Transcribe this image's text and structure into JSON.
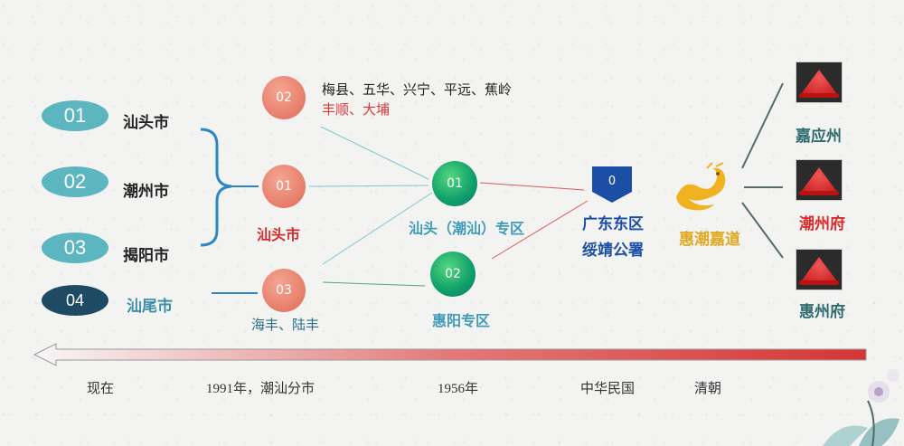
{
  "left_list": [
    {
      "num": "01",
      "name": "汕头市"
    },
    {
      "num": "02",
      "name": "潮州市"
    },
    {
      "num": "03",
      "name": "揭阳市"
    },
    {
      "num": "04",
      "name": "汕尾市"
    }
  ],
  "counties_1991": {
    "c02": {
      "num": "02",
      "line1": "梅县、五华、兴宁、平远、蕉岭",
      "line2": "丰顺、大埔"
    },
    "c01": {
      "num": "01",
      "label": "汕头市"
    },
    "c03": {
      "num": "03",
      "label": "海丰、陆丰"
    }
  },
  "districts_1956": {
    "d01": {
      "num": "01",
      "label": "汕头（潮汕）专区"
    },
    "d02": {
      "num": "02",
      "label": "惠阳专区"
    }
  },
  "minguo": {
    "num": "0",
    "line1": "广东东区",
    "line2": "绥靖公署"
  },
  "qing": {
    "circuit": "惠潮嘉道",
    "prefectures": [
      "嘉应州",
      "潮州府",
      "惠州府"
    ]
  },
  "timeline": [
    "现在",
    "1991年，潮汕分市",
    "1956年",
    "中华民国",
    "清朝"
  ],
  "colors": {
    "red_text": "#d82b2b",
    "teal_text": "#3f9bb8",
    "navy": "#1b4fa5",
    "gold": "#e0a820"
  }
}
